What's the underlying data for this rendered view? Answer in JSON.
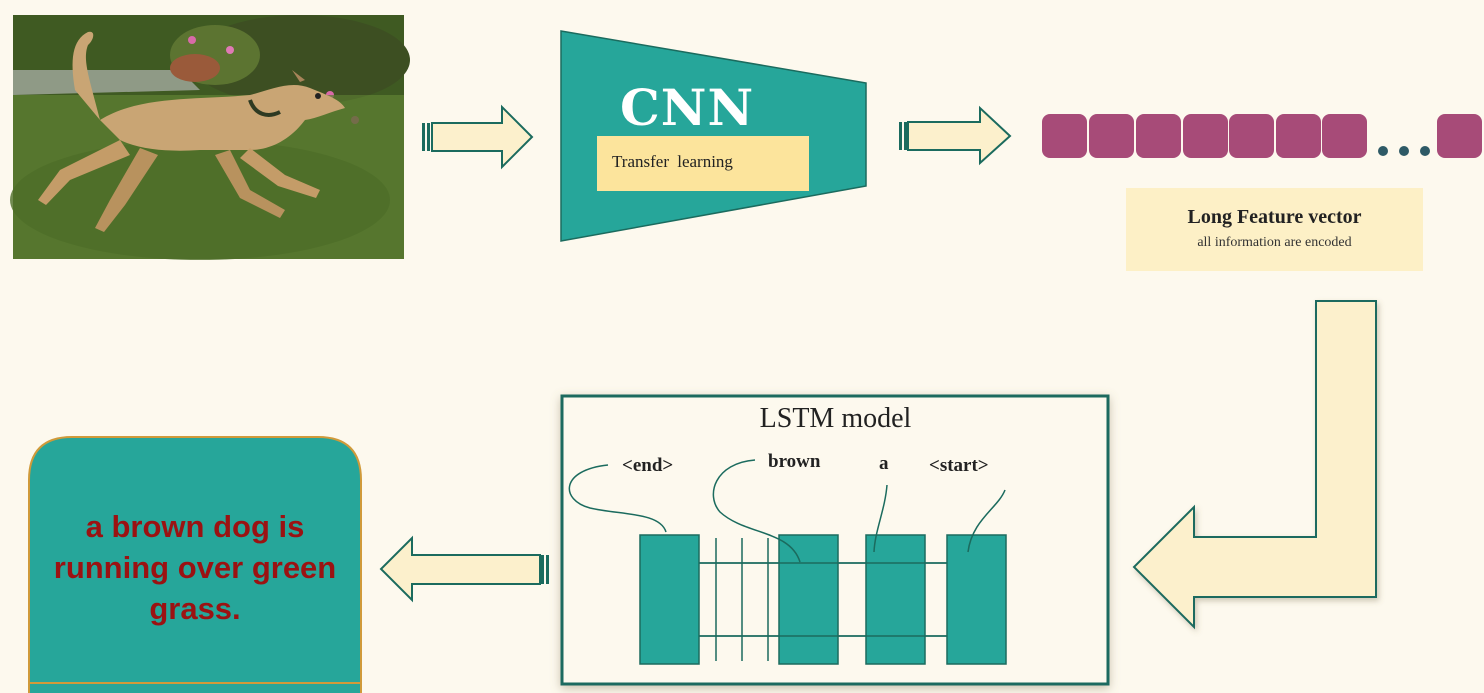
{
  "image": {
    "description": "photo-of-dog"
  },
  "cnn": {
    "title": "CNN",
    "subtitle": "Transfer  learning"
  },
  "feature_vector": {
    "title": "Long Feature vector",
    "subtitle": "all information are encoded",
    "color": "#a74b78",
    "ellipsis": "..."
  },
  "lstm": {
    "title": "LSTM model",
    "tokens": [
      "<end>",
      "brown",
      "a",
      "<start>"
    ]
  },
  "output": {
    "caption": "a brown dog is running over green grass."
  },
  "colors": {
    "teal": "#26a69a",
    "dark_teal": "#1b6b5e",
    "cream": "#fcf0cc",
    "caption_red": "#9b1212",
    "yellow_box": "#fce49c"
  }
}
